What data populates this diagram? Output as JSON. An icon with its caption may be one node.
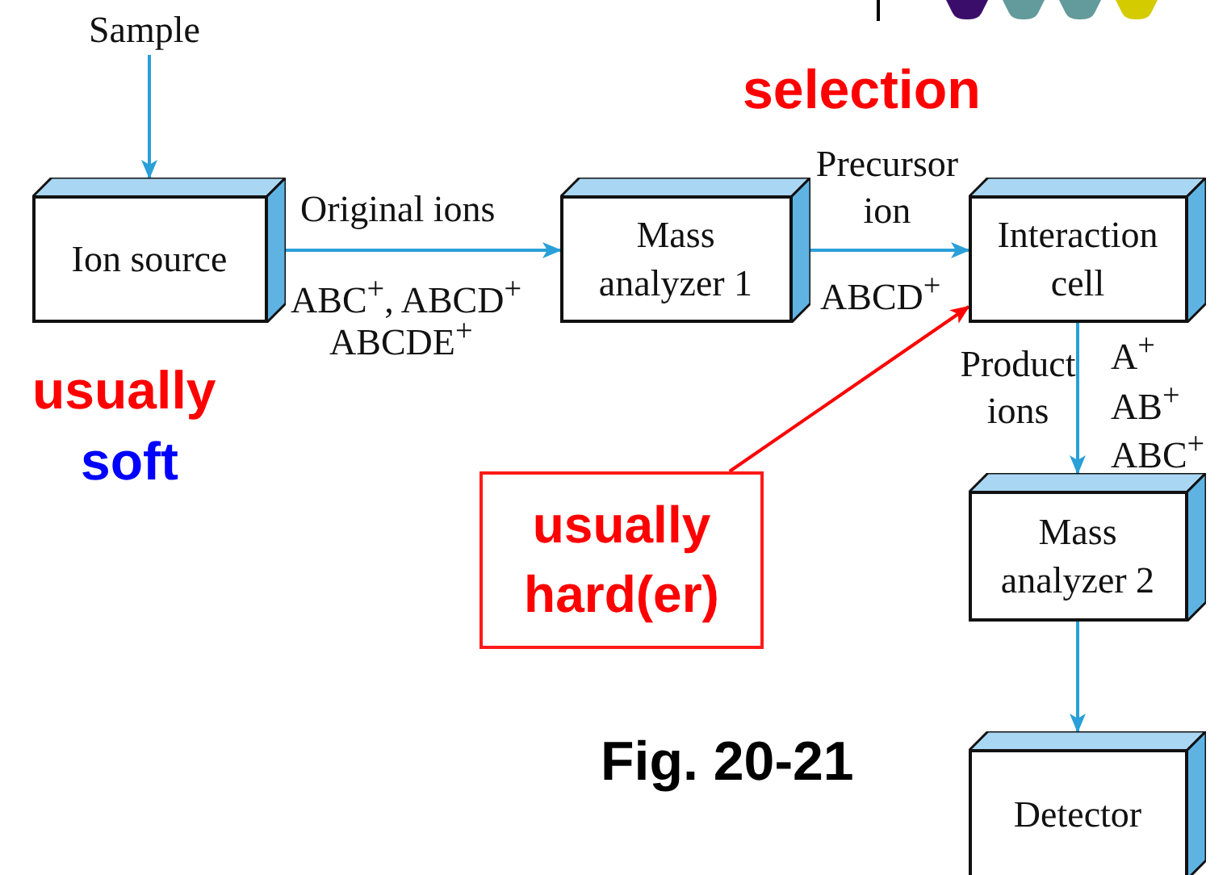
{
  "diagram": {
    "nodes": [
      {
        "text": [
          "Sample"
        ]
      },
      {
        "text": [
          "Ion source"
        ]
      },
      {
        "text": [
          "Mass analyzer 1"
        ]
      },
      {
        "text": [
          "Interaction cell"
        ]
      },
      {
        "text": [
          "Mass analyzer 2"
        ]
      },
      {
        "text": [
          "Detector"
        ]
      },
      {
        "text": [
          "usually hard(er)"
        ]
      }
    ],
    "edges": [
      {
        "from": 0,
        "to": 1,
        "arrow": "to"
      },
      {
        "from": 1,
        "to": 2,
        "arrow": "to",
        "label": "Original ions"
      },
      {
        "from": 2,
        "to": 3,
        "arrow": "to",
        "label": "Precursor ion"
      },
      {
        "from": 3,
        "to": 4,
        "arrow": "to",
        "label": "Product ions"
      },
      {
        "from": 4,
        "to": 5,
        "arrow": "to"
      },
      {
        "from": 6,
        "to": 3,
        "arrow": "to",
        "color": "#ff0000"
      }
    ],
    "labels": [
      "selection",
      "ABC$^{+}$, ABCD$^{+}$",
      "ABCDE$^{+}$",
      "ABCD$^{+}$",
      "A$^{+}$",
      "AB$^{+}$",
      "ABC$^{+}$",
      "usually",
      "soft",
      "Fig. 20-21"
    ]
  }
}
